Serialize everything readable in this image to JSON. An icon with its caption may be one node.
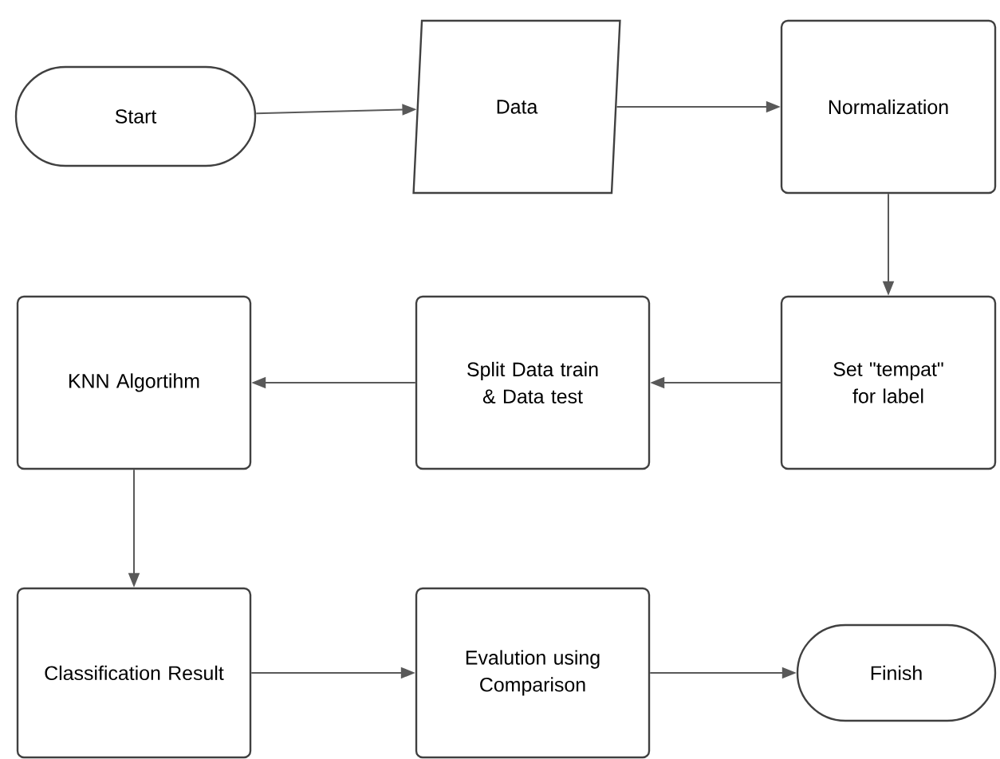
{
  "diagram": {
    "nodes": [
      {
        "text": [
          "Start"
        ]
      },
      {
        "text": [
          "Data"
        ]
      },
      {
        "text": [
          "Normalization"
        ]
      },
      {
        "text": [
          "Set \"tempat\" for label"
        ]
      },
      {
        "text": [
          "Split Data train & Data test"
        ]
      },
      {
        "text": [
          "KNN Algortihm"
        ]
      },
      {
        "text": [
          "Classification Result"
        ]
      },
      {
        "text": [
          "Evalution using Comparison"
        ]
      },
      {
        "text": [
          "Finish"
        ]
      }
    ],
    "edges": [
      {
        "from": 0,
        "to": 1,
        "arrow": "to"
      },
      {
        "from": 1,
        "to": 2,
        "arrow": "to"
      },
      {
        "from": 2,
        "to": 3,
        "arrow": "to"
      },
      {
        "from": 3,
        "to": 4,
        "arrow": "to"
      },
      {
        "from": 4,
        "to": 5,
        "arrow": "to"
      },
      {
        "from": 5,
        "to": 6,
        "arrow": "to"
      },
      {
        "from": 6,
        "to": 7,
        "arrow": "to"
      },
      {
        "from": 7,
        "to": 8,
        "arrow": "to"
      }
    ]
  }
}
